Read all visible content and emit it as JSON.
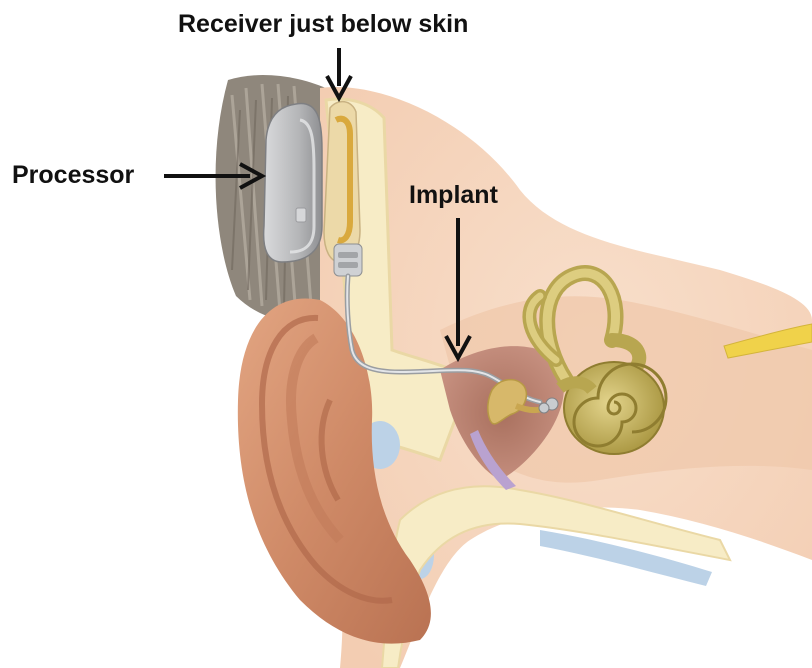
{
  "labels": {
    "receiver": "Receiver just below skin",
    "processor": "Processor",
    "implant": "Implant"
  },
  "colors": {
    "skin": "#f6d9c2",
    "skin_shadow": "#e9b99a",
    "bone": "#f7ecc6",
    "cochlea": "#c9b65a",
    "processor": "#b8b9bb",
    "hair": "#8f877c",
    "arrow": "#111111"
  }
}
